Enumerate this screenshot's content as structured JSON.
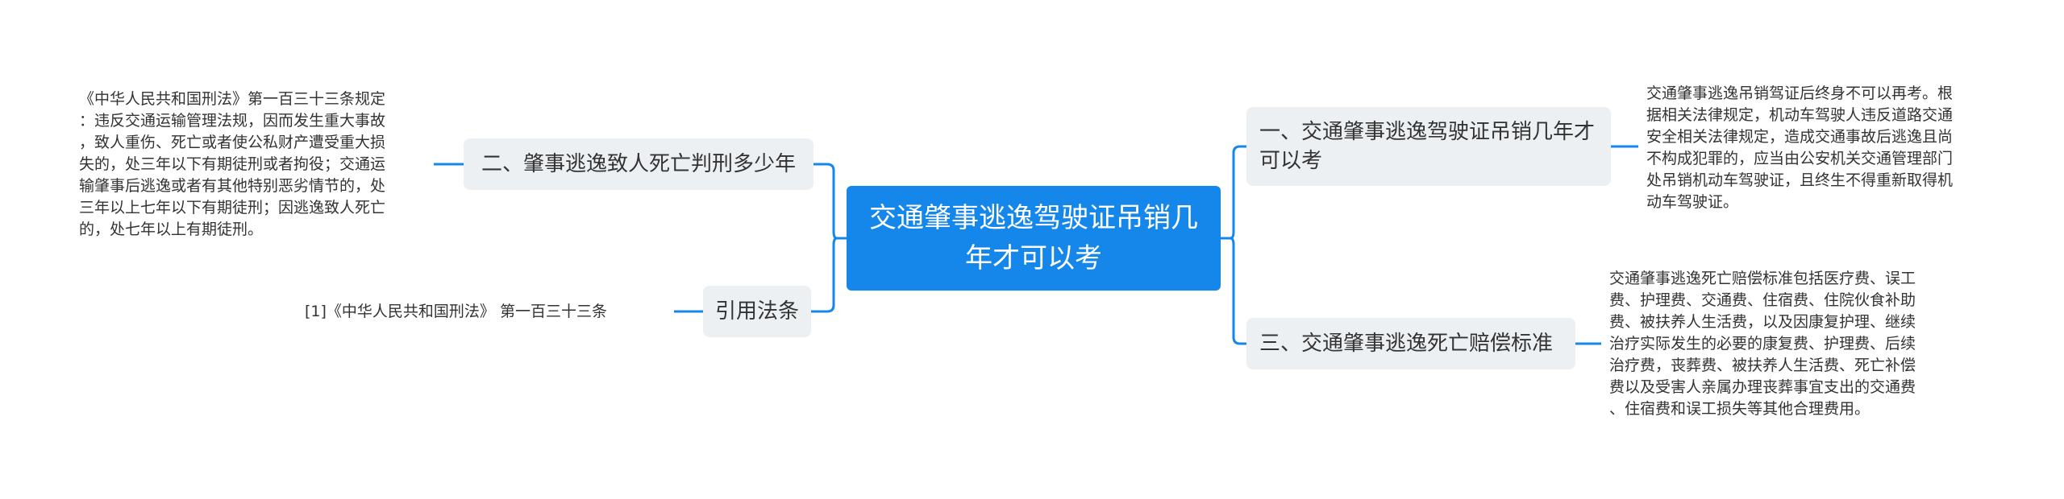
{
  "root": {
    "title": "交通肇事逃逸驾驶证吊销几年才可以考"
  },
  "branches": [
    {
      "label": "一、交通肇事逃逸驾驶证吊销几年才可以考",
      "detail": "交通肇事逃逸吊销驾证后终身不可以再考。根\n据相关法律规定，机动车驾驶人违反道路交通\n安全相关法律规定，造成交通事故后逃逸且尚\n不构成犯罪的，应当由公安机关交通管理部门\n处吊销机动车驾驶证，且终生不得重新取得机\n动车驾驶证。"
    },
    {
      "label": "二、肇事逃逸致人死亡判刑多少年",
      "detail": "《中华人民共和国刑法》第一百三十三条规定\n：违反交通运输管理法规，因而发生重大事故\n，致人重伤、死亡或者使公私财产遭受重大损\n失的，处三年以下有期徒刑或者拘役；交通运\n输肇事后逃逸或者有其他特别恶劣情节的，处\n三年以上七年以下有期徒刑；因逃逸致人死亡\n的，处七年以上有期徒刑。"
    },
    {
      "label": "三、交通肇事逃逸死亡赔偿标准",
      "detail": "交通肇事逃逸死亡赔偿标准包括医疗费、误工\n费、护理费、交通费、住宿费、住院伙食补助\n费、被扶养人生活费，以及因康复护理、继续\n治疗实际发生的必要的康复费、护理费、后续\n治疗费，丧葬费、被扶养人生活费、死亡补偿\n费以及受害人亲属办理丧葬事宜支出的交通费\n、住宿费和误工损失等其他合理费用。"
    },
    {
      "label": "引用法条",
      "detail": "[1]《中华人民共和国刑法》 第一百三十三条"
    }
  ],
  "colors": {
    "root": "#1687ea",
    "branch_bg": "#edf0f3",
    "line": "#1687ea",
    "text": "#333333"
  }
}
